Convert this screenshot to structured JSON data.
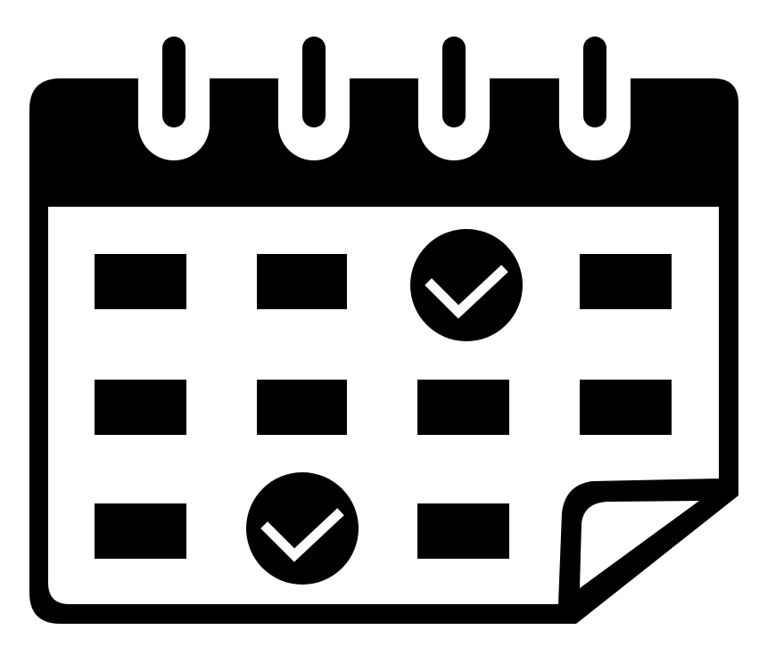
{
  "icon": {
    "name": "calendar-check-icon",
    "ink_color": "#000000",
    "paper_color": "#ffffff",
    "check_color": "#ffffff"
  },
  "grid": {
    "rows": 3,
    "columns": 4,
    "cells": [
      [
        "block",
        "block",
        "check",
        "block"
      ],
      [
        "block",
        "block",
        "block",
        "block"
      ],
      [
        "block",
        "check",
        "block",
        "corner"
      ]
    ]
  },
  "binding_rings": 4
}
